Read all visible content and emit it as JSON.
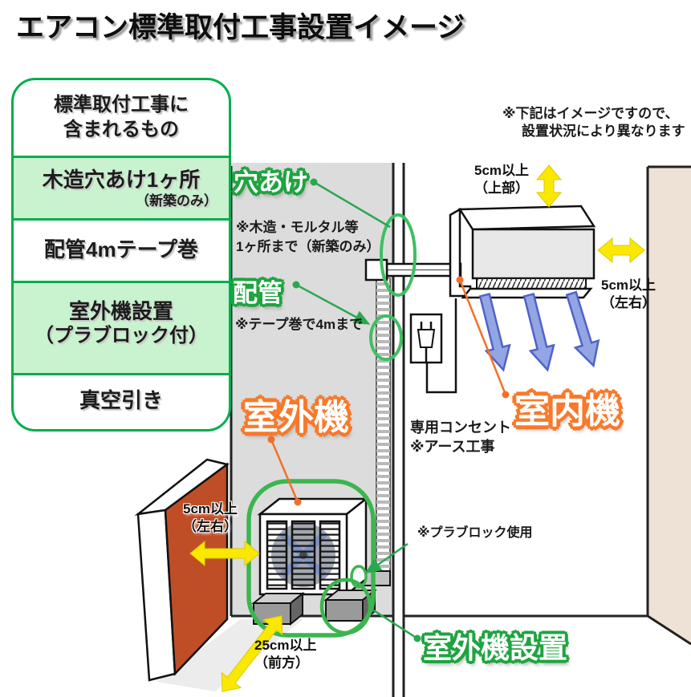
{
  "title": "エアコン標準取付工事設置イメージ",
  "disclaimer": {
    "line1": "※下記はイメージですので、",
    "line2": "設置状況により異なります"
  },
  "legend": {
    "header": {
      "line1": "標準取付工事に",
      "line2": "含まれるもの"
    },
    "items": [
      {
        "text": "木造穴あけ1ヶ所",
        "note": "（新築のみ）"
      },
      {
        "text": "配管4mテープ巻",
        "note": ""
      },
      {
        "text": "室外機設置",
        "note": "（プラブロック付）"
      },
      {
        "text": "真空引き",
        "note": ""
      }
    ]
  },
  "labels": {
    "hole": "穴あけ",
    "hole_note_line1": "※木造・モルタル等",
    "hole_note_line2": "1ヶ所まで（新築のみ）",
    "pipe": "配管",
    "pipe_note": "※テープ巻で4mまで",
    "outdoor_unit": "室外機",
    "indoor_unit": "室内機",
    "outdoor_install": "室外機設置",
    "outlet_line1": "専用コンセント",
    "outlet_line2": "※アース工事",
    "block_note": "※プラブロック使用"
  },
  "clearances": {
    "top": {
      "value": "5cm以上",
      "note": "（上部）"
    },
    "right": {
      "value": "5cm以上",
      "note": "（左右）"
    },
    "left": {
      "value": "5cm以上",
      "note": "（左右）"
    },
    "front": {
      "value": "25cm以上",
      "note": "（前方）"
    }
  },
  "colors": {
    "legend_green": "#00ae4d",
    "legend_light_green": "#c9f2ce",
    "label_green": "#1ea43f",
    "label_orange": "#f8792b",
    "highlight_green": "#3cb54e",
    "arrow_yellow": "#fae800",
    "arrow_blue": "#93a5e3",
    "wall_red": "#bf4e26",
    "wall_beige": "#eee1d5",
    "wall_gray": "#dcdcdc"
  }
}
